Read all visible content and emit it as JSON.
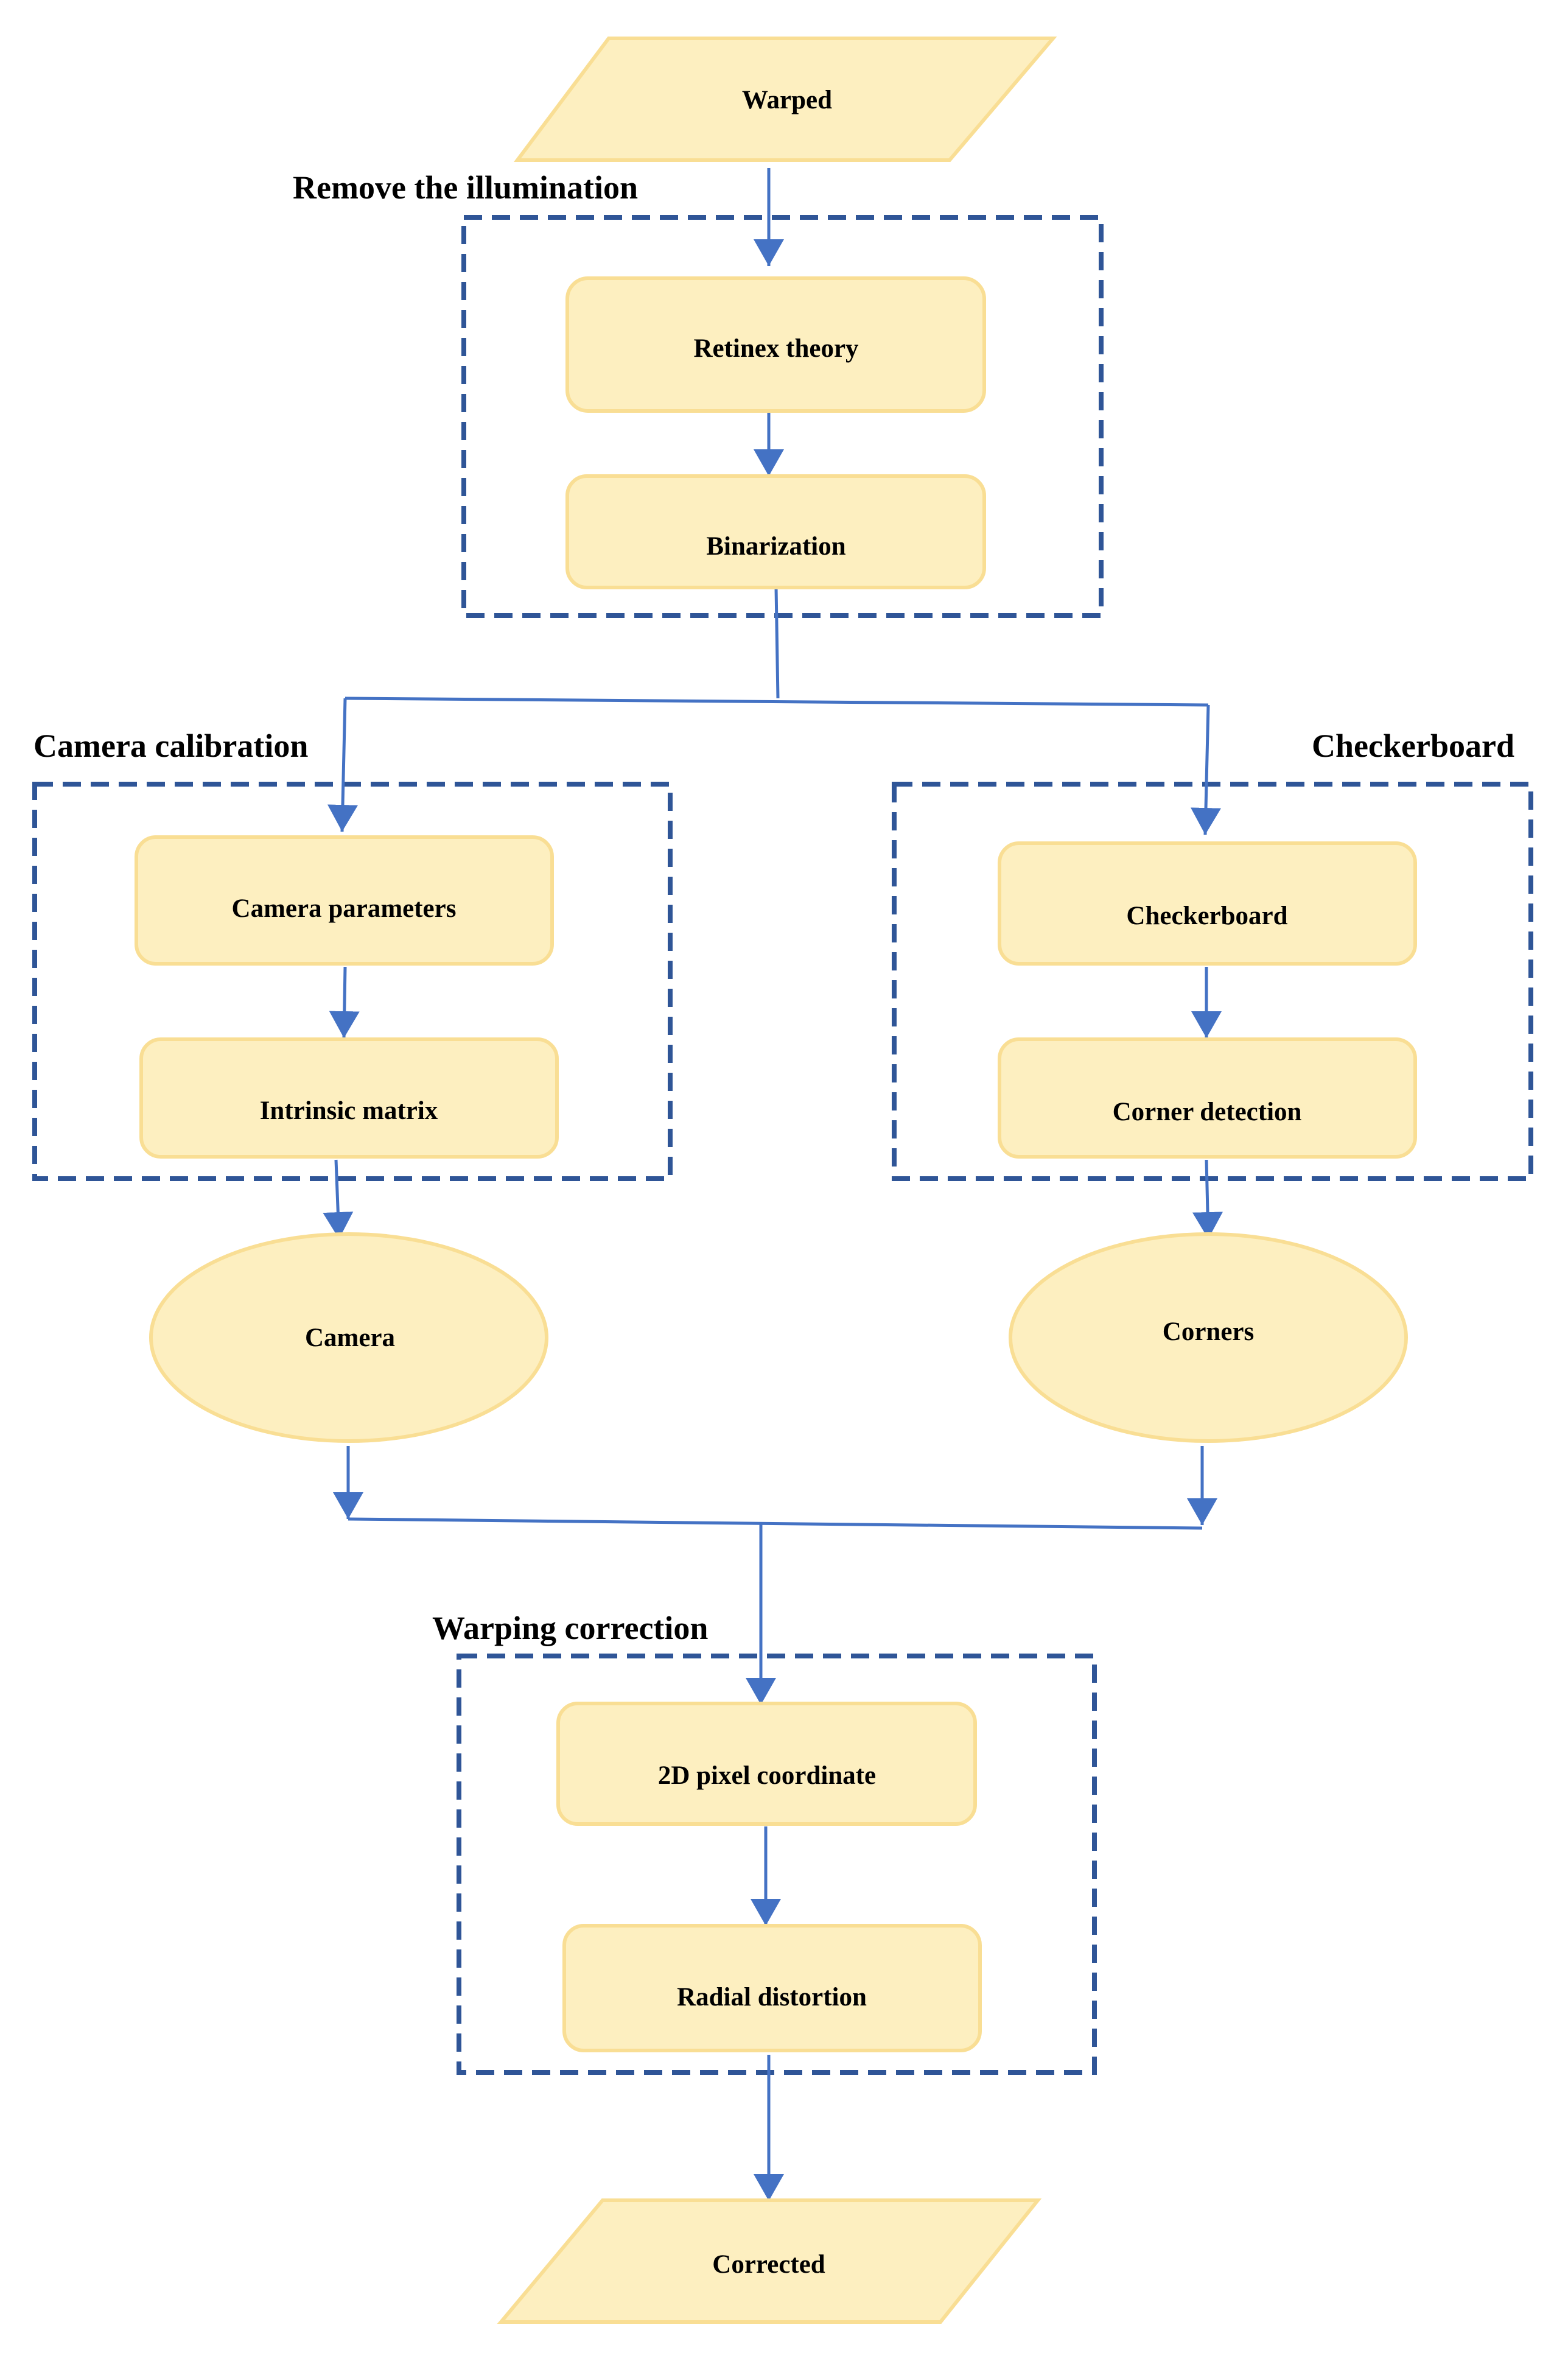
{
  "colors": {
    "node_fill": "#FDEFC0",
    "node_stroke": "#F9DE94",
    "arrow": "#4472C4",
    "group_border": "#2F5597"
  },
  "nodes": {
    "warped": "Warped",
    "retinex_theory": "Retinex theory",
    "binarization": "Binarization",
    "camera_parameters": "Camera parameters",
    "intrinsic_matrix": "Intrinsic matrix",
    "checkerboard": "Checkerboard",
    "corner_detection": "Corner detection",
    "camera": "Camera",
    "corners": "Corners",
    "pixel_coordinate": "2D pixel coordinate",
    "radial_distortion": "Radial distortion",
    "corrected": "Corrected"
  },
  "groups": {
    "illumination": "Remove the illumination",
    "camera_calibration": "Camera calibration",
    "checkerboard": "Checkerboard",
    "warping_correction": "Warping correction"
  }
}
